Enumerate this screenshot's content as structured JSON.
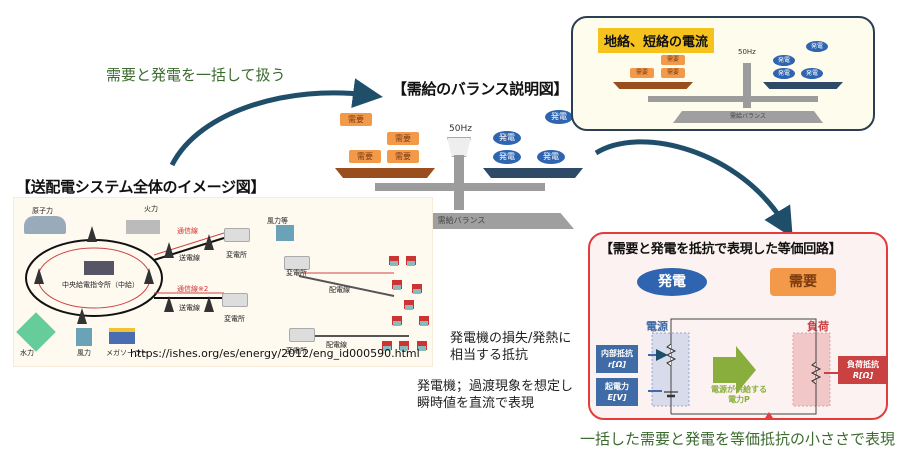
{
  "captions": {
    "top_arrow_caption": "需要と発電を一括して扱う",
    "bottom_caption": "一括した需要と発電を等価抵抗の小ささで表現"
  },
  "grid_section": {
    "title": "【送配電システム全体のイメージ図】",
    "labels": {
      "nuclear": "原子力",
      "thermal": "火力",
      "wind_etc": "風力等",
      "control_center": "中央給電指令所（中給）",
      "comm_line": "通信線",
      "comm_line2": "通信線※2",
      "transmission_line": "送電線",
      "transmission_line2": "送電線",
      "substation_1": "変電所",
      "substation_2": "変電所",
      "substation_3": "変電所",
      "substation_4": "変電所",
      "distribution_line_1": "配電線",
      "distribution_line_2": "配電線",
      "hydro": "水力",
      "wind": "風力",
      "mega_solar": "メガソーラー"
    },
    "source_url": "https://ishes.org/es/energy/2012/eng_id000590.html"
  },
  "balance_section": {
    "title": "【需給のバランス説明図】",
    "frequency": "50Hz",
    "base_label": "需給バランス",
    "demand_label": "需要",
    "generation_label": "発電"
  },
  "fault_section": {
    "label": "地絡、短絡の電流",
    "frequency": "50Hz",
    "base_label": "需給バランス",
    "demand_label": "需要",
    "generation_label": "発電"
  },
  "circuit_section": {
    "title": "【需要と発電を抵抗で表現した等価回路】",
    "generation_badge": "発電",
    "demand_badge": "需要",
    "source_label": "電源",
    "load_label": "負荷",
    "internal_resistance": "内部抵抗",
    "internal_resistance_unit": "r[Ω]",
    "emf": "起電力",
    "emf_unit": "E[V]",
    "power_supplied_line1": "電源が供給する",
    "power_supplied_line2": "電力P",
    "load_resistance": "負荷抵抗",
    "load_resistance_unit": "R[Ω]"
  },
  "notes": {
    "loss_line1": "発電機の損失/発熱に",
    "loss_line2": "相当する抵抗",
    "transient_line1": "発電機；過渡現象を想定し",
    "transient_line2": "瞬時値を直流で表現"
  },
  "colors": {
    "caption_green": "#3c6b2f",
    "arrow_navy": "#1f4e6a",
    "demand_orange": "#f39a4a",
    "generation_blue": "#2f65b0",
    "circuit_border_red": "#e53b3b",
    "fault_label_yellow": "#f6c21e",
    "power_arrow_green": "#8aae3e"
  }
}
